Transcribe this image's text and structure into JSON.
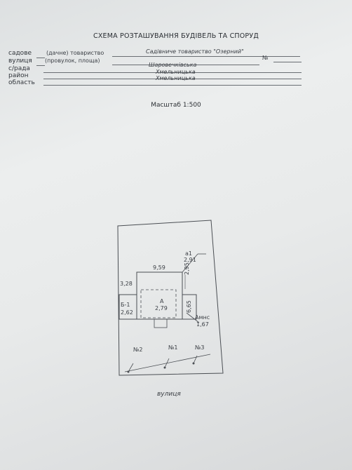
{
  "header": {
    "title": "СХЕМА РОЗТАШУВАННЯ БУДІВЕЛЬ ТА СПОРУД"
  },
  "fields": [
    {
      "label": "садове",
      "hint": "(дачне) товариство",
      "value": "Садівниче товариство \"Озерний\""
    },
    {
      "label": "вулиця",
      "hint": "(провулок, площа)",
      "value": "",
      "number_label": "№"
    },
    {
      "label": "с/рада",
      "hint": "",
      "value": "Шаровечківська"
    },
    {
      "label": "район",
      "hint": "",
      "value": "Хмельницька"
    },
    {
      "label": "область",
      "hint": "",
      "value": "Хмельницька"
    }
  ],
  "scale": "Масштаб 1:500",
  "plan": {
    "dims": {
      "top": "9,59",
      "left": "3,28",
      "right_upper": "2,95",
      "right_lower": "6,65"
    },
    "labels": {
      "a1_name": "а1",
      "a1_value": "2,91",
      "main_name": "А",
      "main_value": "2,79",
      "b1_name": "Б-1",
      "b1_value": "2,62",
      "amns_name": "Амнс",
      "amns_value": "1,67"
    },
    "points": [
      "№2",
      "№1",
      "№3"
    ],
    "street": "вулиця"
  }
}
